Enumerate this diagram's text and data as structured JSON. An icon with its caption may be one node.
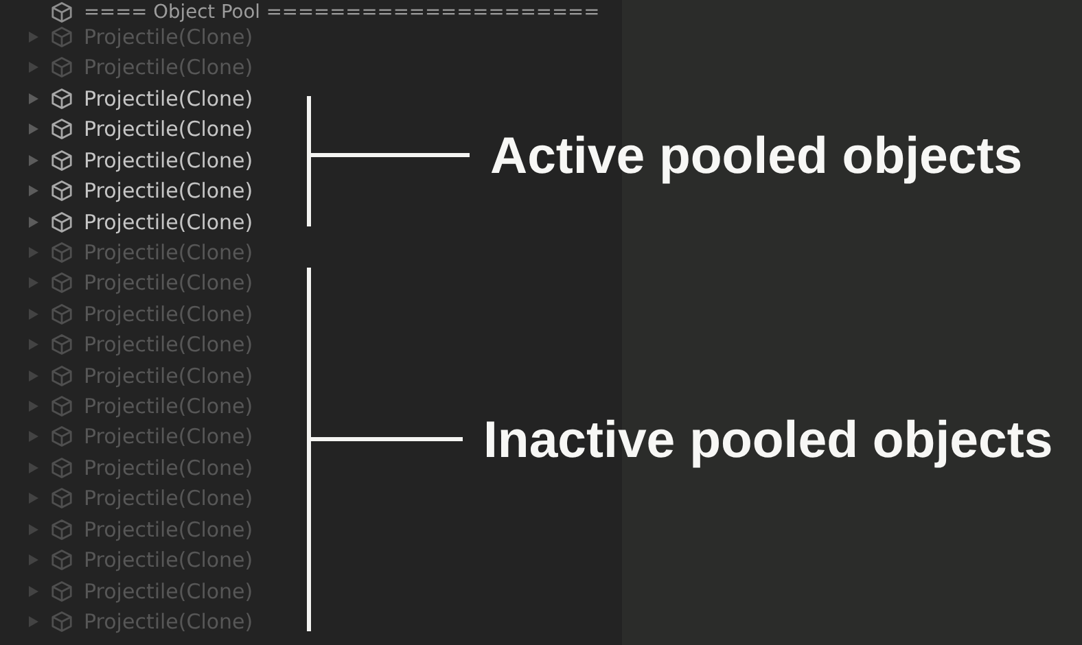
{
  "diagram": {
    "labels": [
      "==== Object Pool =====================",
      "Projectile(Clone)",
      "Projectile(Clone)",
      "Projectile(Clone)",
      "Projectile(Clone)",
      "Projectile(Clone)",
      "Projectile(Clone)",
      "Projectile(Clone)",
      "Projectile(Clone)",
      "Projectile(Clone)",
      "Projectile(Clone)",
      "Projectile(Clone)",
      "Projectile(Clone)",
      "Projectile(Clone)",
      "Projectile(Clone)",
      "Projectile(Clone)",
      "Projectile(Clone)",
      "Projectile(Clone)",
      "Projectile(Clone)",
      "Projectile(Clone)",
      "Projectile(Clone)",
      "Active pooled objects",
      "Inactive pooled objects"
    ]
  }
}
